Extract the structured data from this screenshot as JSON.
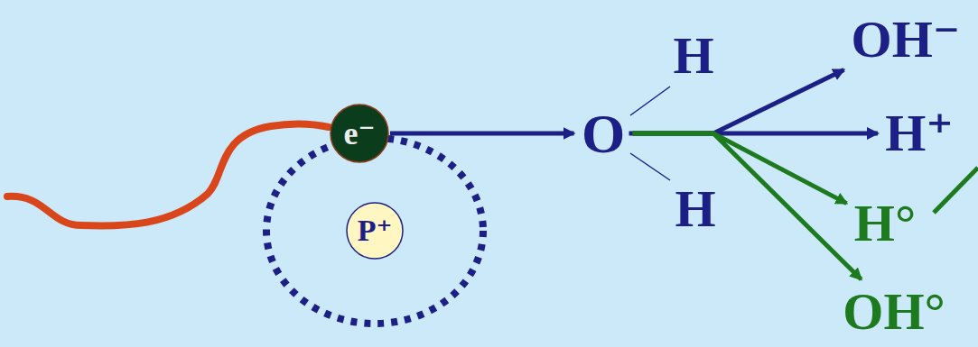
{
  "diagram": {
    "nodes": [
      {
        "text": [
          "e⁻"
        ]
      },
      {
        "text": [
          "P⁺"
        ]
      },
      {
        "text": [
          "O"
        ]
      },
      {
        "text": [
          "H"
        ]
      },
      {
        "text": [
          "H"
        ]
      },
      {
        "text": [
          "OH⁻"
        ]
      },
      {
        "text": [
          "H⁺"
        ]
      },
      {
        "text": [
          "H°"
        ]
      },
      {
        "text": [
          "OH°"
        ]
      }
    ],
    "edges": [
      {
        "from": 0,
        "to": 2,
        "arrow": "to"
      },
      {
        "from": 2,
        "to": 5,
        "arrow": "to"
      },
      {
        "from": 2,
        "to": 6,
        "arrow": "to"
      },
      {
        "from": 2,
        "to": 7,
        "arrow": "to"
      },
      {
        "from": 2,
        "to": 8,
        "arrow": "to"
      }
    ]
  }
}
